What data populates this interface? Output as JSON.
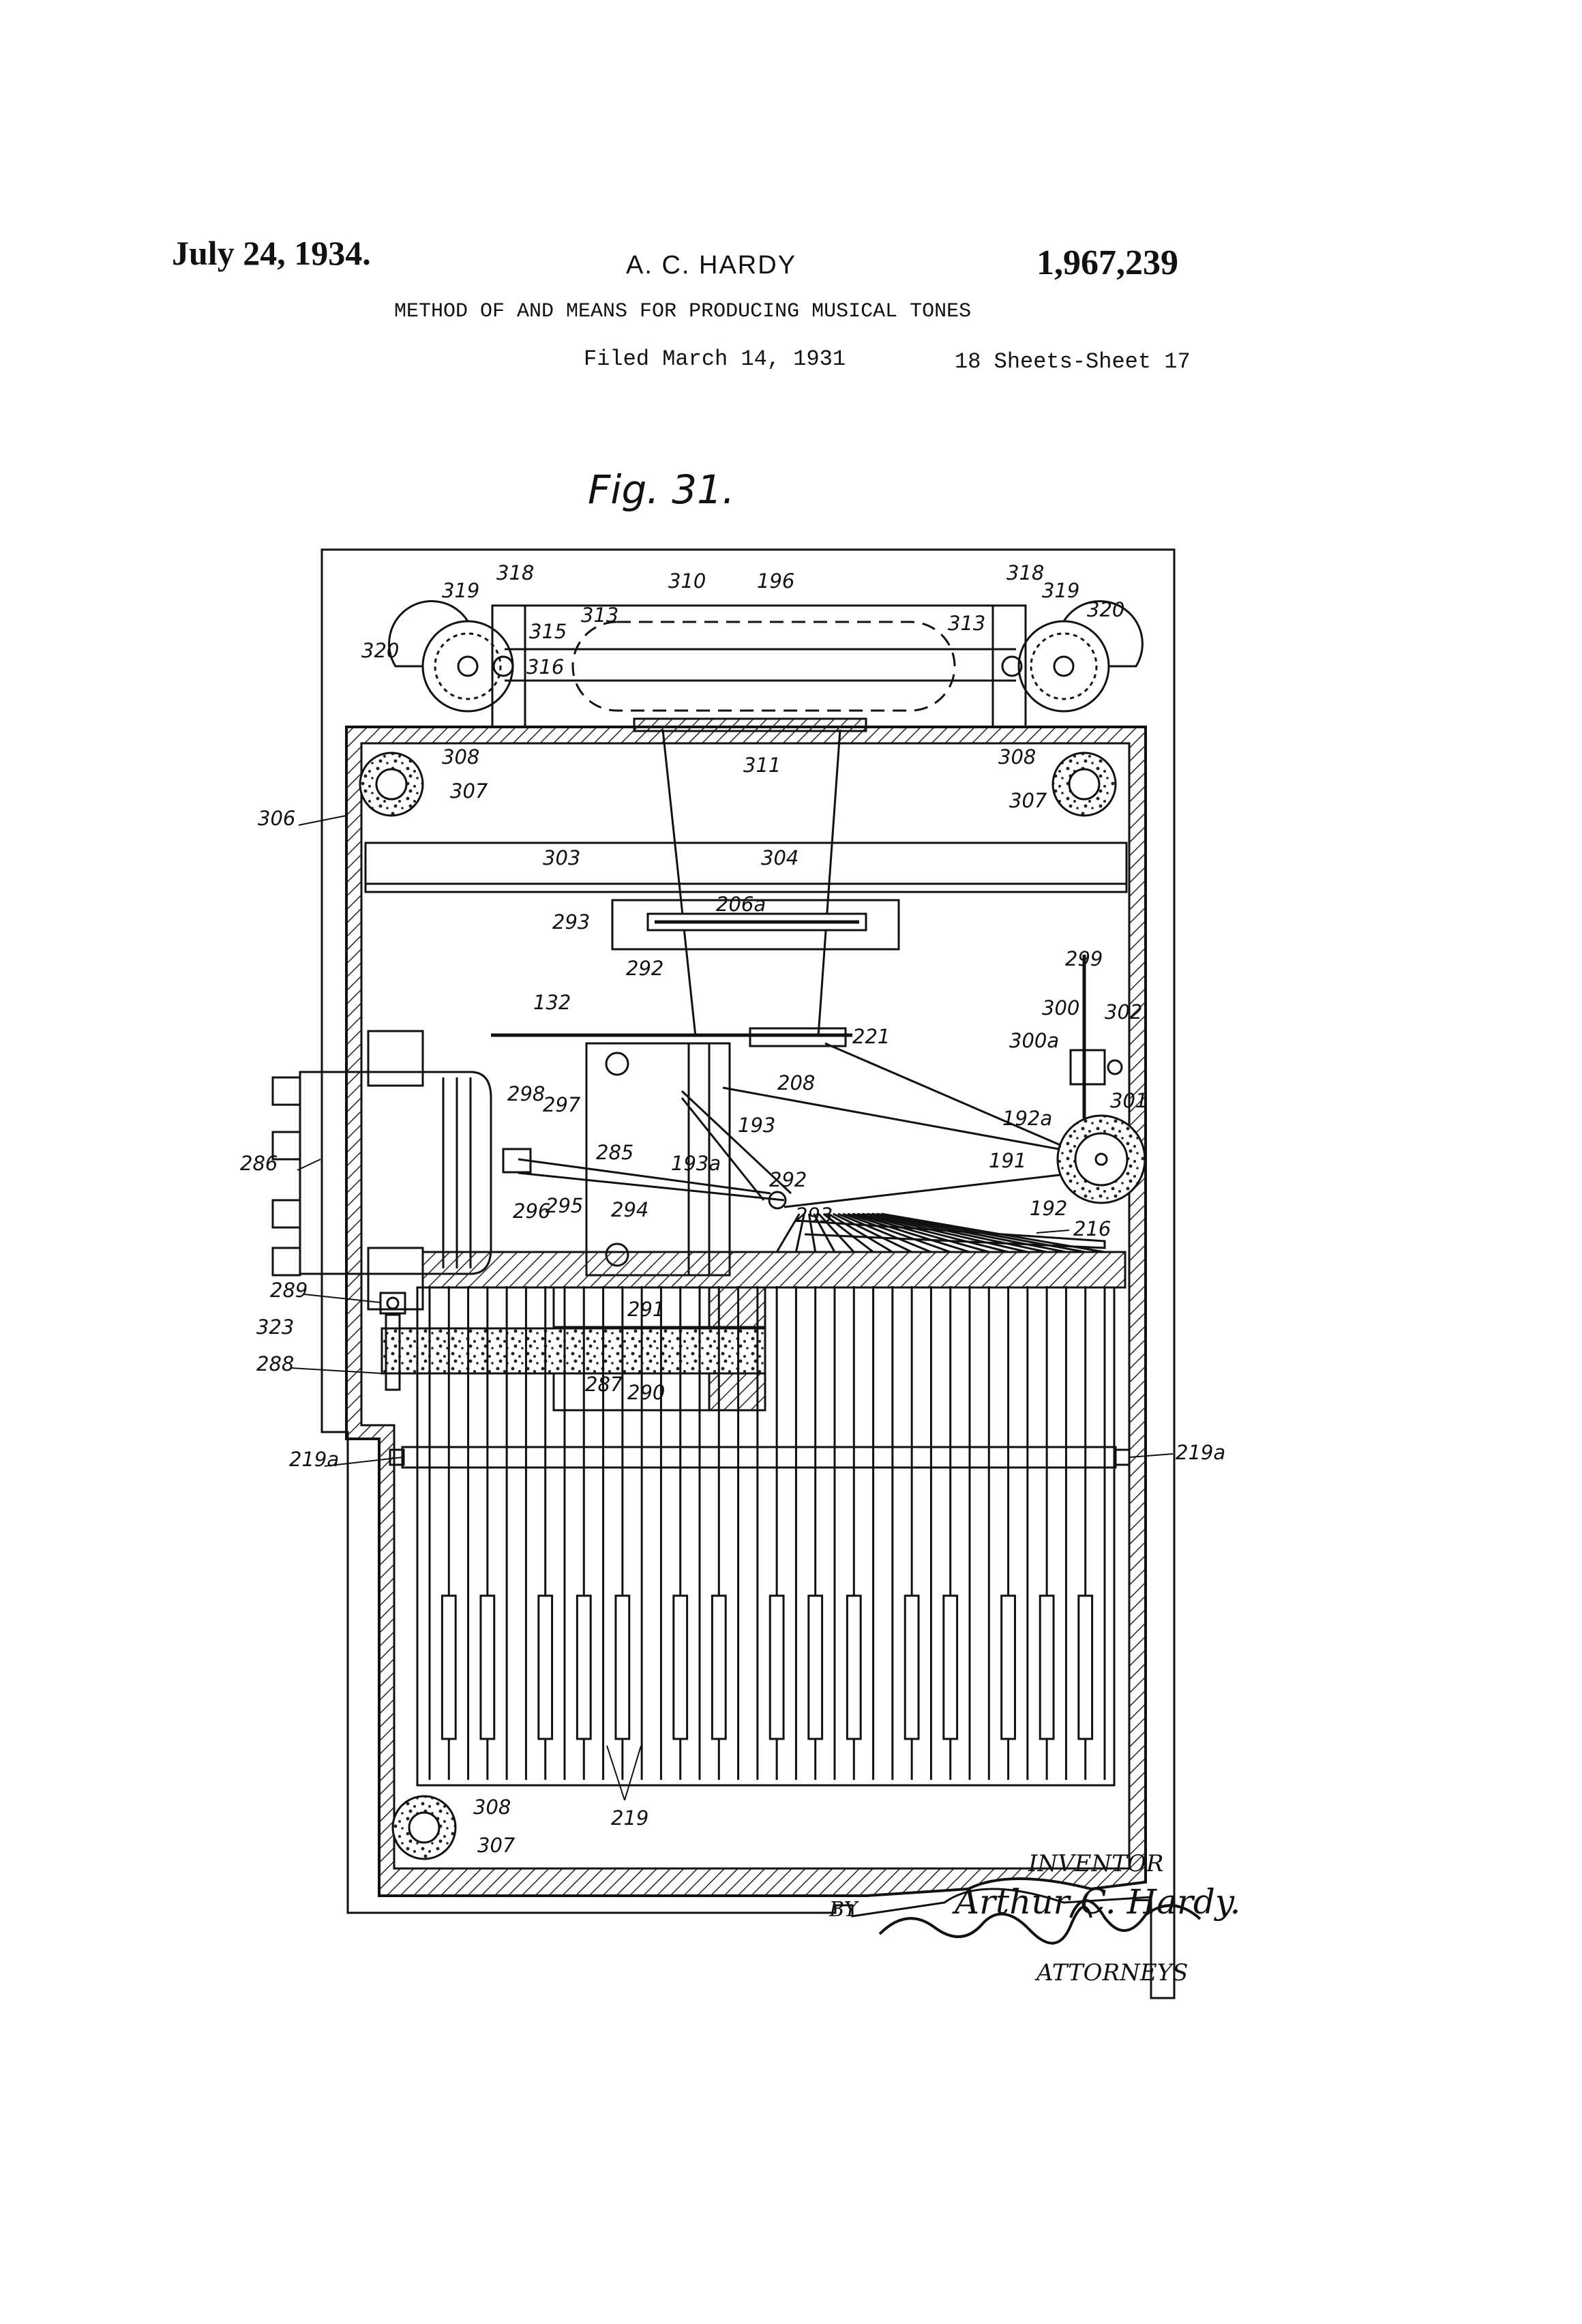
{
  "header": {
    "date": "July 24, 1934.",
    "inventor_name": "A. C. HARDY",
    "patent_number": "1,967,239",
    "title": "METHOD OF AND MEANS FOR PRODUCING MUSICAL TONES",
    "filed": "Filed March 14, 1931",
    "sheets": "18 Sheets-Sheet 17"
  },
  "figure_label": "Fig. 31.",
  "reference_numerals": {
    "n318_l": "318",
    "n318_r": "318",
    "n319_l": "319",
    "n319_r": "319",
    "n310": "310",
    "n196": "196",
    "n320_r": "320",
    "n320_l": "320",
    "n313_l": "313",
    "n313_r": "313",
    "n315": "315",
    "n316": "316",
    "n311": "311",
    "n308_tl": "308",
    "n307_tl": "307",
    "n308_tr": "308",
    "n307_tr": "307",
    "n306": "306",
    "n303": "303",
    "n304": "304",
    "n206a": "206a",
    "n293_a": "293",
    "n292_a": "292",
    "n299": "299",
    "n300": "300",
    "n302": "302",
    "n300a": "300a",
    "n301": "301",
    "n132": "132",
    "n221": "221",
    "n208": "208",
    "n192a": "192a",
    "n191": "191",
    "n192": "192",
    "n298": "298",
    "n297": "297",
    "n193": "193",
    "n292_b": "292",
    "n286": "286",
    "n285": "285",
    "n193a": "193a",
    "n293_b": "293",
    "n296": "296",
    "n295": "295",
    "n294": "294",
    "n216": "216",
    "n289": "289",
    "n291": "291",
    "n323": "323",
    "n288": "288",
    "n287": "287",
    "n290": "290",
    "n219a_l": "219a",
    "n219a_r": "219a",
    "n219": "219",
    "n308_bl": "308",
    "n307_bl": "307"
  },
  "signature_block": {
    "inventor_caption": "INVENTOR",
    "inventor_signature": "Arthur C. Hardy.",
    "by_label": "BY",
    "attorneys_caption": "ATTORNEYS"
  }
}
